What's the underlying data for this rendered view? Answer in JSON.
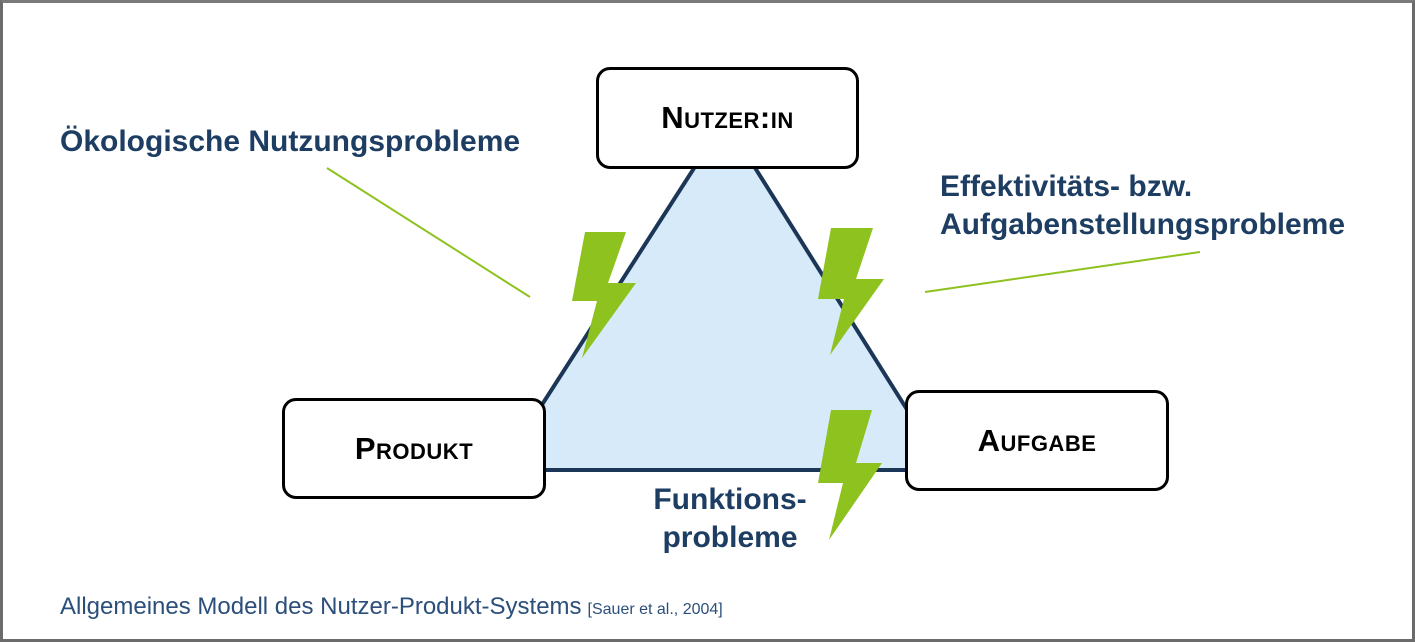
{
  "nodes": {
    "user": "Nutzer:in",
    "product": "Produkt",
    "task": "Aufgabe"
  },
  "labels": {
    "ecological": "Ökologische Nutzungsprobleme",
    "effectiveness_line1": "Effektivitäts- bzw.",
    "effectiveness_line2": "Aufgabenstellungsprobleme",
    "function_line1": "Funktions-",
    "function_line2": "probleme"
  },
  "caption": {
    "title": "Allgemeines Modell des Nutzer-Produkt-Systems",
    "citation": "[Sauer et al., 2004]"
  },
  "colors": {
    "triangle_fill": "#d6eaf9",
    "triangle_stroke": "#1b3656",
    "bolt": "#8dc21f",
    "leader_line": "#8dc21f",
    "label_text": "#1d3d62"
  }
}
